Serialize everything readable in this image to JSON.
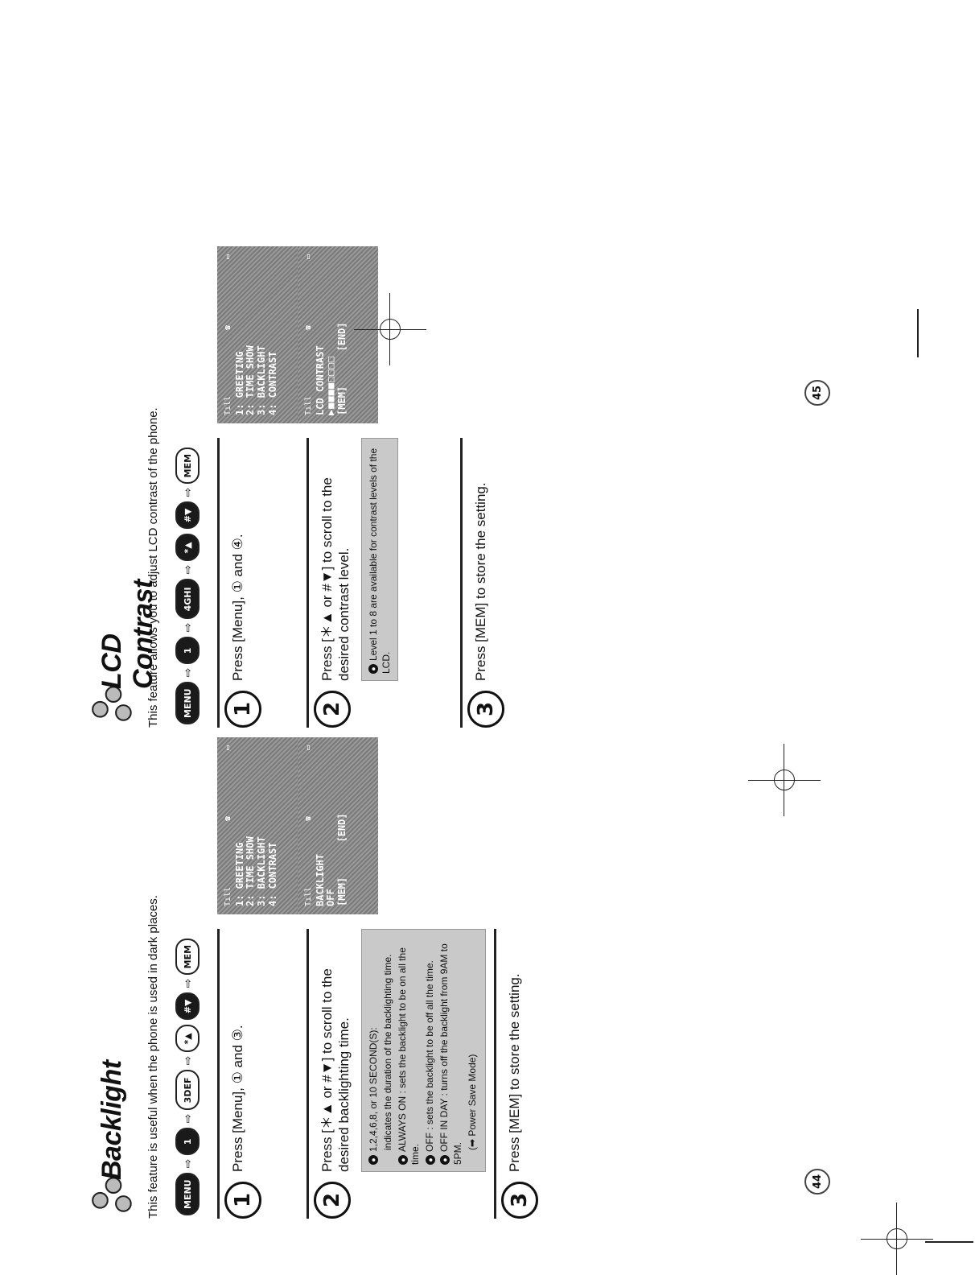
{
  "backlight": {
    "title": "Backlight",
    "intro": "This feature is useful when the phone is used in dark places.",
    "keys": [
      "MENU",
      "1",
      "3DEF",
      "*▲",
      "#▼",
      "MEM"
    ],
    "steps": [
      {
        "num": "1",
        "text": "Press [Menu], ① and ③."
      },
      {
        "num": "2",
        "text": "Press [＊▲ or #▼] to scroll to the desired backlighting time."
      },
      {
        "num": "3",
        "text": "Press [MEM] to store the setting."
      }
    ],
    "notes": [
      "1,2,4,6,8, or 10 SECOND(S):",
      "indicates the duration of the backlighting time.",
      "ALWAYS ON : sets the backlight to be on all the time.",
      "OFF : sets the backlight to be off all the time.",
      "OFF IN DAY : turns off the backlight from 9AM to 5PM.",
      "(➡ Power Save Mode)"
    ],
    "lcd1": [
      "1: GREETING",
      "2: TIME SHOW",
      "3: BACKLIGHT",
      "4: CONTRAST"
    ],
    "lcd2": [
      "BACKLIGHT",
      "OFF",
      "[MEM]      [END]"
    ],
    "page_number": "44"
  },
  "contrast": {
    "title": "LCD Contrast",
    "intro": "This feature allows you to adjust LCD contrast of the phone.",
    "keys": [
      "MENU",
      "1",
      "4GHI",
      "*▲",
      "#▼",
      "MEM"
    ],
    "steps": [
      {
        "num": "1",
        "text": "Press [Menu], ① and ④."
      },
      {
        "num": "2",
        "text": "Press [＊▲ or #▼] to scroll to the desired contrast level."
      },
      {
        "num": "3",
        "text": "Press [MEM] to store the setting."
      }
    ],
    "note": "Level 1 to 8 are available for contrast levels of the LCD.",
    "lcd1": [
      "1: GREETING",
      "2: TIME SHOW",
      "3: BACKLIGHT",
      "4: CONTRAST"
    ],
    "lcd2": [
      "LCD CONTRAST",
      "▶■■■■□□□□",
      "[MEM]      [END]"
    ],
    "page_number": "45"
  }
}
